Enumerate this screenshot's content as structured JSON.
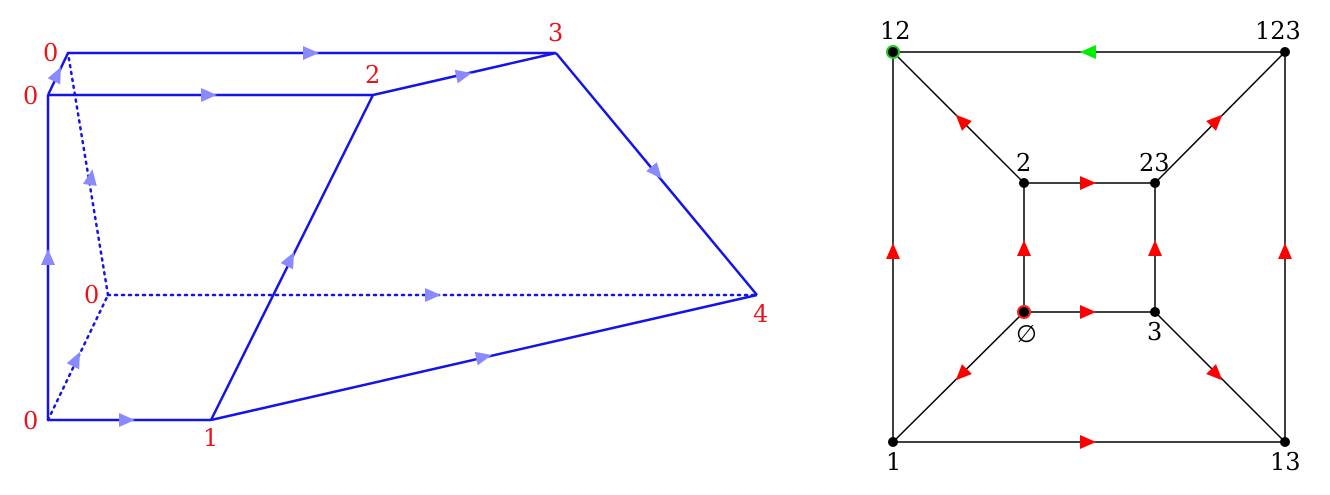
{
  "left_diagram": {
    "edge_color": "#1414e6",
    "arrow_color": "#8a8aff",
    "label_color": "#e8141c",
    "labels": {
      "front_bottom_left": "0",
      "front_top_left": "0",
      "back_top_left": "0",
      "back_bottom_left": "0",
      "v1": "1",
      "v2": "2",
      "v3": "3",
      "v4": "4"
    }
  },
  "right_diagram": {
    "edge_color": "#000000",
    "arrow_color": "#ff0000",
    "highlight_arrow_color": "#00ee00",
    "labels": {
      "v12": "12",
      "v123": "123",
      "v2": "2",
      "v23": "23",
      "v_empty": "∅",
      "v3": "3",
      "v1": "1",
      "v13": "13"
    }
  }
}
